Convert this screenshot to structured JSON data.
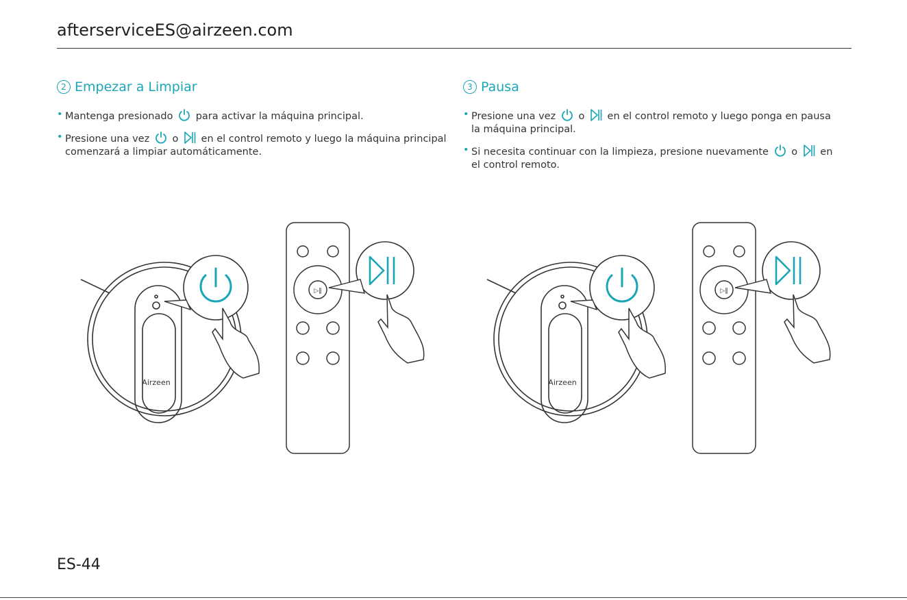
{
  "header": {
    "email": "afterserviceES@airzeen.com"
  },
  "footer": {
    "page_number": "ES-44"
  },
  "colors": {
    "accent": "#1aa6b7",
    "line": "#333333"
  },
  "sections": [
    {
      "number": "2",
      "title": "Empezar a Limpiar",
      "bullets": [
        {
          "segments": [
            "Mantenga presionado",
            "para activar la máquina principal."
          ],
          "icons": [
            "power-icon"
          ]
        },
        {
          "segments": [
            "Presione una vez",
            "o",
            "en el control remoto y luego la máquina principal comenzará a limpiar automáticamente."
          ],
          "icons": [
            "power-icon",
            "play-pause-icon"
          ]
        }
      ]
    },
    {
      "number": "3",
      "title": "Pausa",
      "bullets": [
        {
          "segments": [
            "Presione una vez",
            "o",
            "en el control remoto y luego ponga en pausa la máquina principal."
          ],
          "icons": [
            "power-icon",
            "play-pause-icon"
          ]
        },
        {
          "segments": [
            "Si necesita continuar con la limpieza, presione nuevamente",
            "o",
            "en el control remoto."
          ],
          "icons": [
            "power-icon",
            "play-pause-icon"
          ]
        }
      ]
    }
  ],
  "robot": {
    "brand_logo": "Airzeen"
  }
}
